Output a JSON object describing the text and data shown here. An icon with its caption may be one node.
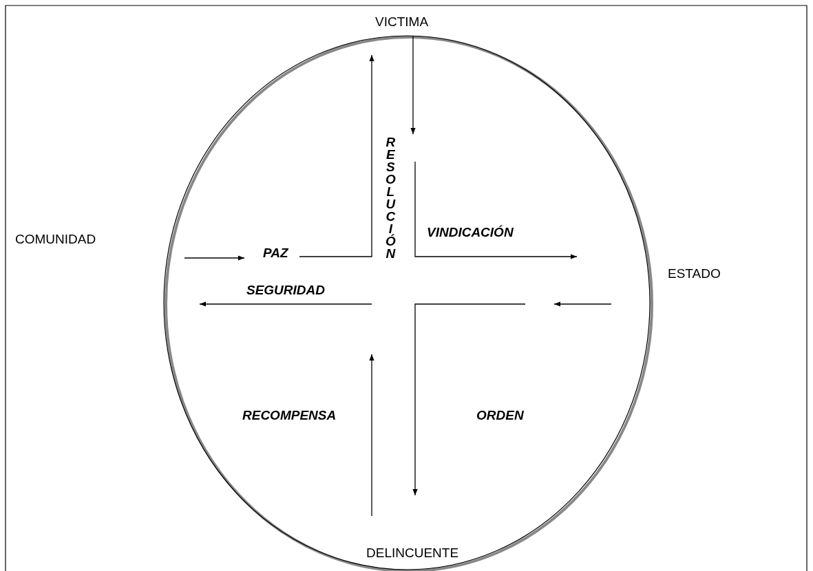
{
  "diagram": {
    "nodes": [
      {
        "text": [],
        "shape": "circle"
      }
    ],
    "labels": [
      "VICTIMA",
      "RESOLUCIÓN",
      "COMUNIDAD",
      "VINDICACIÓN",
      "PAZ",
      "ESTADO",
      "SEGURIDAD",
      "RECOMPENSA",
      "ORDEN",
      "DELINCUENTE"
    ]
  }
}
